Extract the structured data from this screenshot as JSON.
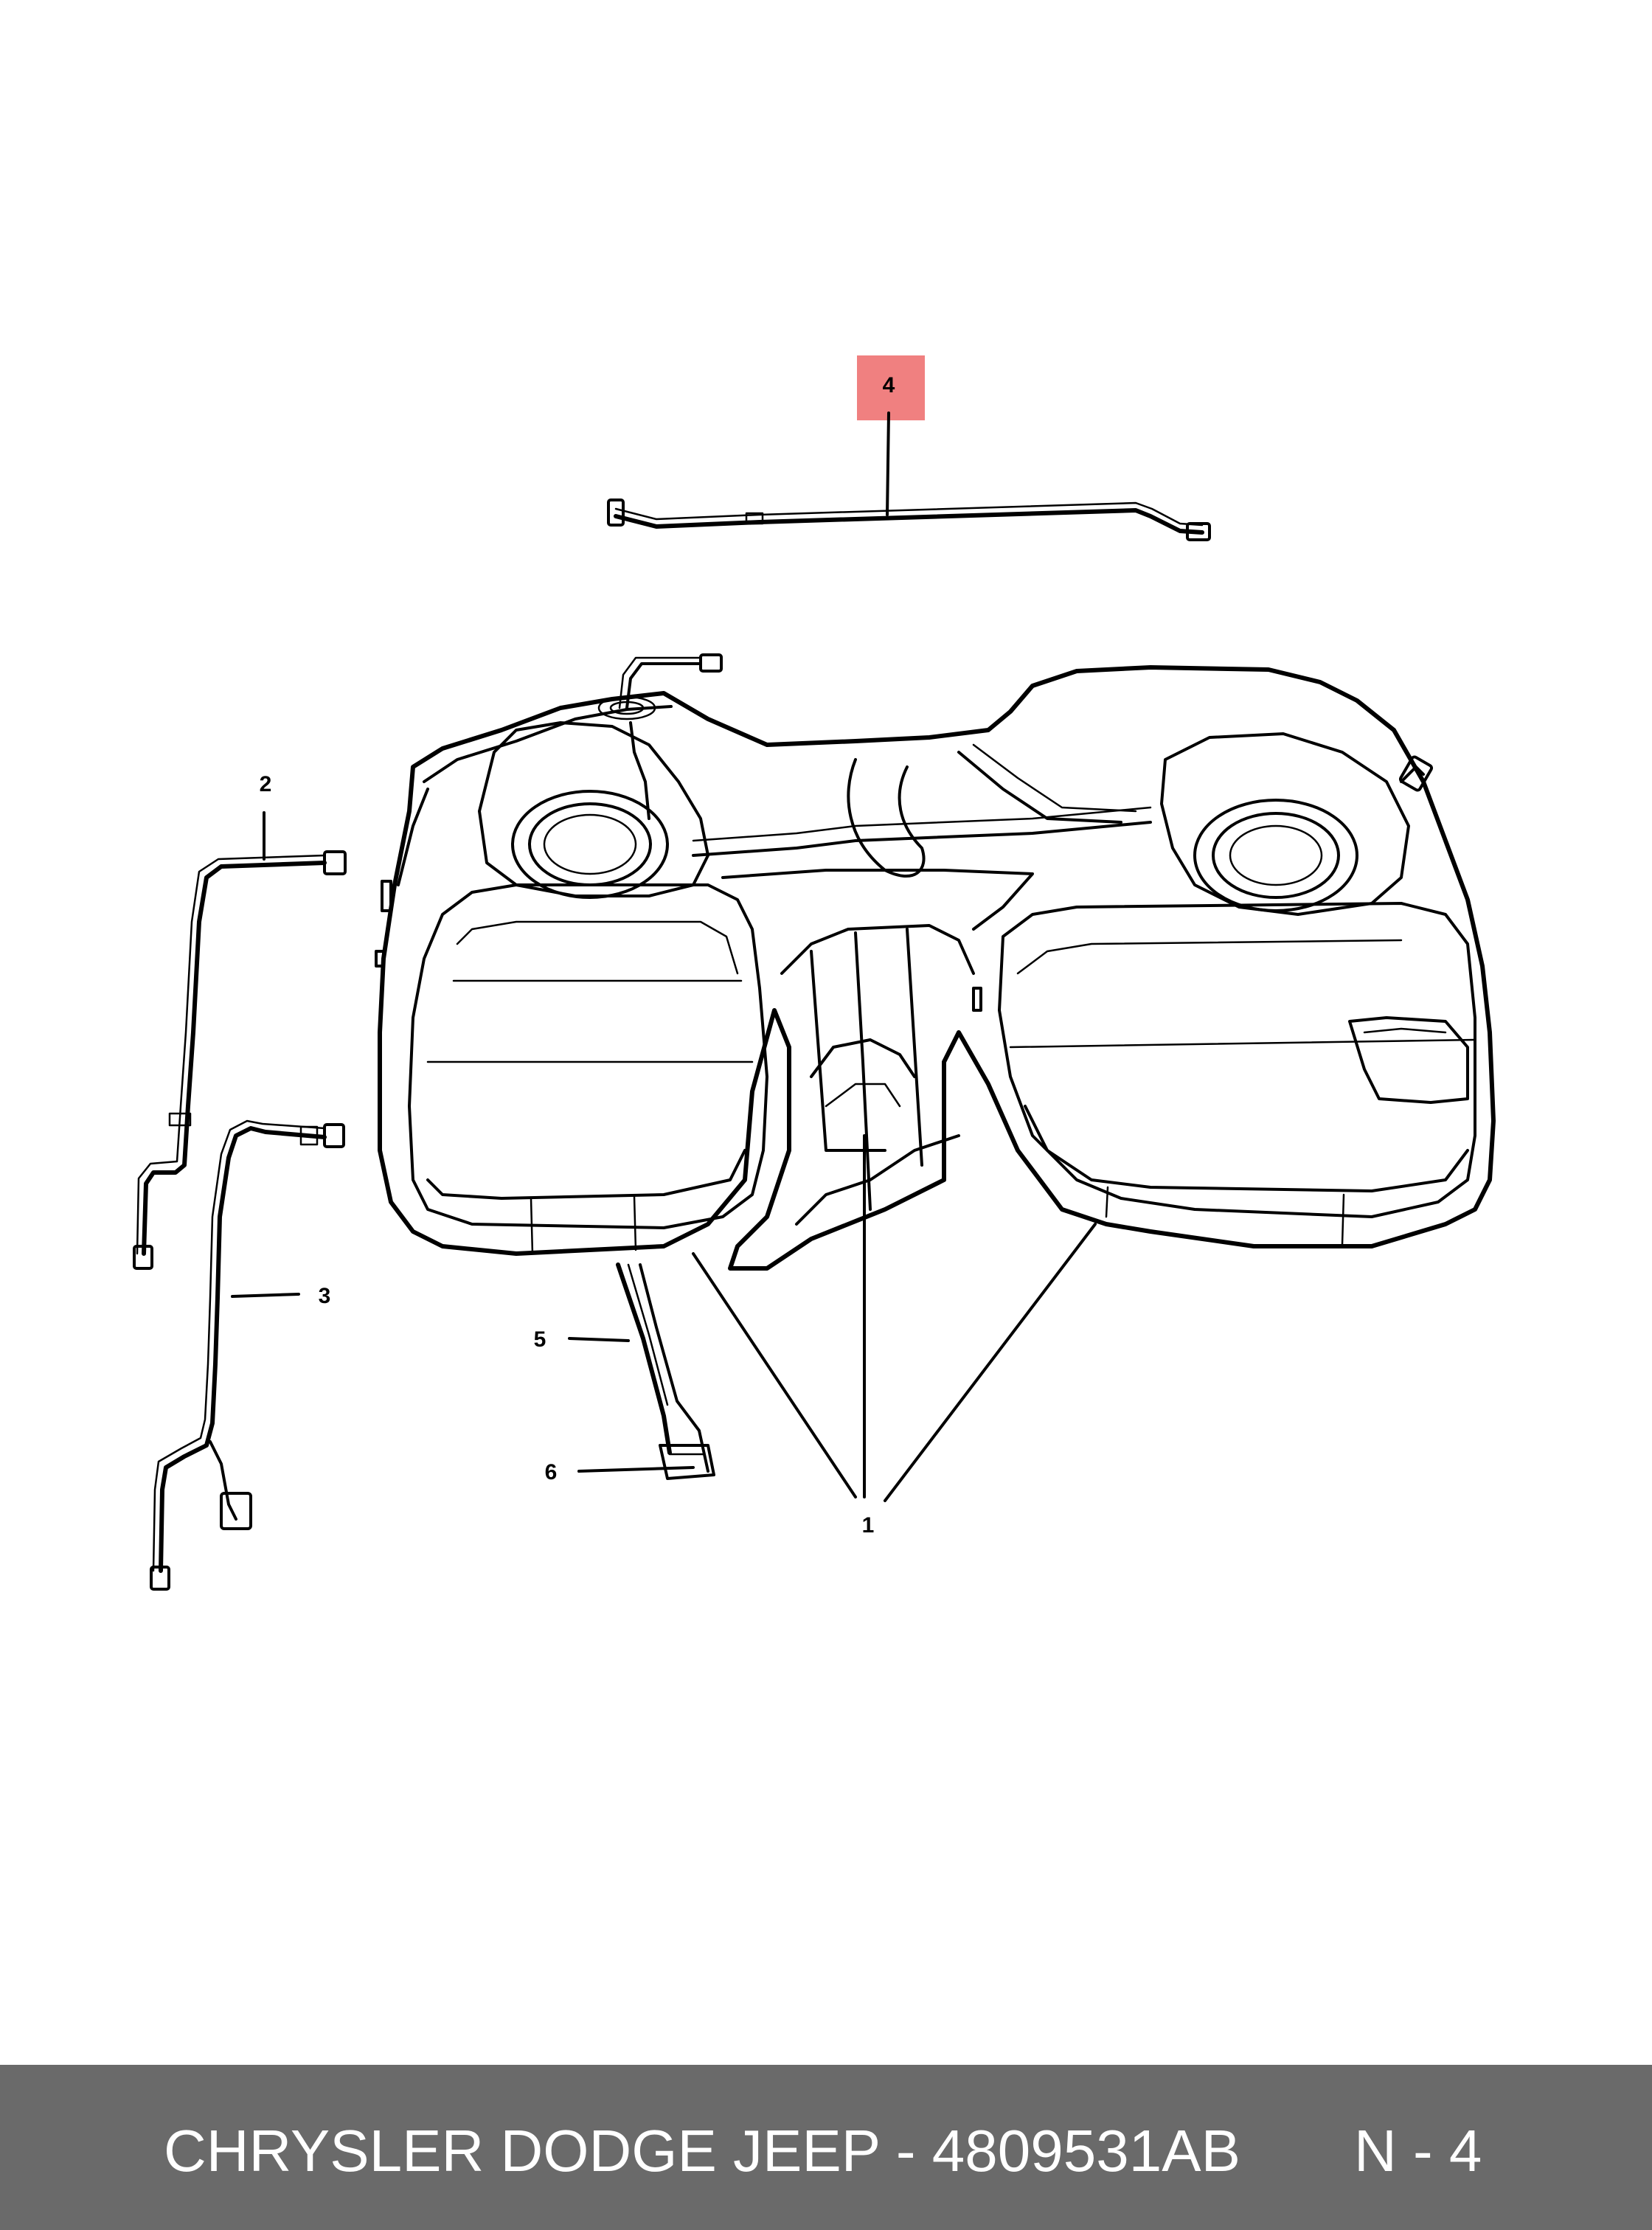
{
  "callouts": {
    "c1": "1",
    "c2": "2",
    "c3": "3",
    "c4": "4",
    "c5": "5",
    "c6": "6"
  },
  "highlight": {
    "callout": "4",
    "color": "#f08080"
  },
  "footer": {
    "title": "CHRYSLER DODGE JEEP - 4809531AB",
    "page": "N - 4",
    "background": "#6a6a6a",
    "text_color": "#ffffff"
  }
}
